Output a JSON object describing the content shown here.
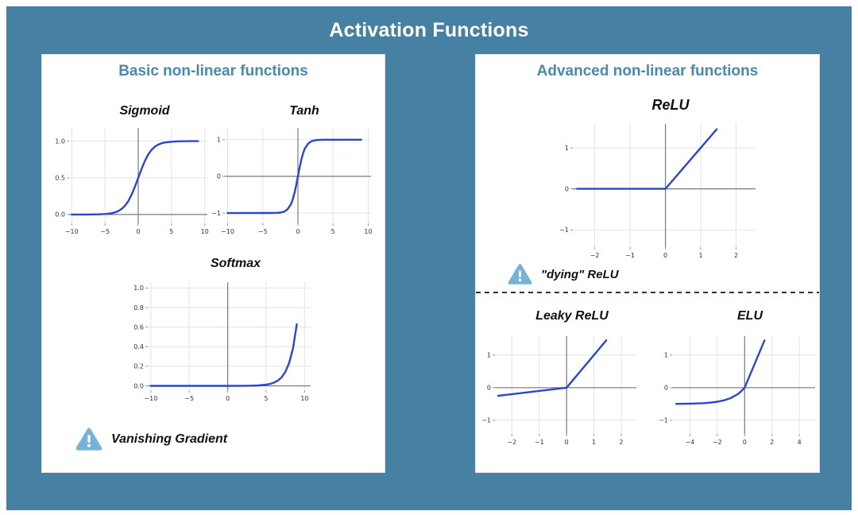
{
  "title": "Activation Functions",
  "colors": {
    "background": "#4681a3",
    "heading": "#4a89ae",
    "curve": "#2846d2",
    "warning_icon": "#74b2da",
    "axis": "#7a7a7a",
    "grid": "#e3e3e3",
    "tick_text": "#333333"
  },
  "panels": {
    "basic": {
      "heading": "Basic non-linear functions",
      "warning": "Vanishing Gradient"
    },
    "advanced": {
      "heading": "Advanced non-linear functions",
      "warning": "\"dying\" ReLU"
    }
  },
  "chart_data": [
    {
      "type": "line",
      "title": "Sigmoid",
      "xlim": [
        -10.4,
        10.4
      ],
      "ylim": [
        -0.12,
        1.18
      ],
      "grid": true,
      "x_ticks": [
        {
          "v": -10,
          "label": "−10"
        },
        {
          "v": -5,
          "label": "−5"
        },
        {
          "v": 0,
          "label": "0"
        },
        {
          "v": 5,
          "label": "5"
        },
        {
          "v": 10,
          "label": "10"
        }
      ],
      "y_ticks": [
        {
          "v": 0,
          "label": "0.0"
        },
        {
          "v": 0.5,
          "label": "0.5"
        },
        {
          "v": 1,
          "label": "1.0"
        }
      ],
      "points": [
        [
          -10,
          0.0
        ],
        [
          -8,
          0.0003
        ],
        [
          -6,
          0.0025
        ],
        [
          -5,
          0.0067
        ],
        [
          -4,
          0.018
        ],
        [
          -3.5,
          0.029
        ],
        [
          -3,
          0.047
        ],
        [
          -2.5,
          0.076
        ],
        [
          -2,
          0.119
        ],
        [
          -1.5,
          0.182
        ],
        [
          -1,
          0.269
        ],
        [
          -0.5,
          0.378
        ],
        [
          0,
          0.5
        ],
        [
          0.5,
          0.622
        ],
        [
          1,
          0.731
        ],
        [
          1.5,
          0.818
        ],
        [
          2,
          0.881
        ],
        [
          2.5,
          0.924
        ],
        [
          3,
          0.953
        ],
        [
          3.5,
          0.971
        ],
        [
          4,
          0.982
        ],
        [
          5,
          0.993
        ],
        [
          6,
          0.998
        ],
        [
          7,
          0.999
        ],
        [
          8,
          1.0
        ],
        [
          9,
          1.0
        ]
      ]
    },
    {
      "type": "line",
      "title": "Tanh",
      "xlim": [
        -10.4,
        10.4
      ],
      "ylim": [
        -1.28,
        1.32
      ],
      "grid": true,
      "x_ticks": [
        {
          "v": -10,
          "label": "−10"
        },
        {
          "v": -5,
          "label": "−5"
        },
        {
          "v": 0,
          "label": "0"
        },
        {
          "v": 5,
          "label": "5"
        },
        {
          "v": 10,
          "label": "10"
        }
      ],
      "y_ticks": [
        {
          "v": -1,
          "label": "−1"
        },
        {
          "v": 0,
          "label": "0"
        },
        {
          "v": 1,
          "label": "1"
        }
      ],
      "points": [
        [
          -10,
          -1
        ],
        [
          -4,
          -0.999
        ],
        [
          -3,
          -0.995
        ],
        [
          -2.5,
          -0.987
        ],
        [
          -2,
          -0.964
        ],
        [
          -1.5,
          -0.905
        ],
        [
          -1,
          -0.762
        ],
        [
          -0.75,
          -0.635
        ],
        [
          -0.5,
          -0.462
        ],
        [
          -0.25,
          -0.245
        ],
        [
          0,
          0
        ],
        [
          0.25,
          0.245
        ],
        [
          0.5,
          0.462
        ],
        [
          0.75,
          0.635
        ],
        [
          1,
          0.762
        ],
        [
          1.5,
          0.905
        ],
        [
          2,
          0.964
        ],
        [
          2.5,
          0.987
        ],
        [
          3,
          0.995
        ],
        [
          4,
          0.999
        ],
        [
          9,
          1
        ]
      ]
    },
    {
      "type": "line",
      "title": "Softmax",
      "xlim": [
        -10.4,
        10.8
      ],
      "ylim": [
        -0.045,
        1.06
      ],
      "grid": true,
      "x_ticks": [
        {
          "v": -10,
          "label": "−10"
        },
        {
          "v": -5,
          "label": "−5"
        },
        {
          "v": 0,
          "label": "0"
        },
        {
          "v": 5,
          "label": "5"
        },
        {
          "v": 10,
          "label": "10"
        }
      ],
      "y_ticks": [
        {
          "v": 0,
          "label": "0.0"
        },
        {
          "v": 0.2,
          "label": "0.2"
        },
        {
          "v": 0.4,
          "label": "0.4"
        },
        {
          "v": 0.6,
          "label": "0.6"
        },
        {
          "v": 0.8,
          "label": "0.8"
        },
        {
          "v": 1,
          "label": "1.0"
        }
      ],
      "points": [
        [
          -10,
          0
        ],
        [
          -5,
          0
        ],
        [
          0,
          0
        ],
        [
          2,
          0.0005
        ],
        [
          3,
          0.001
        ],
        [
          4,
          0.004
        ],
        [
          5,
          0.012
        ],
        [
          5.5,
          0.019
        ],
        [
          6,
          0.031
        ],
        [
          6.5,
          0.052
        ],
        [
          7,
          0.085
        ],
        [
          7.5,
          0.141
        ],
        [
          8,
          0.232
        ],
        [
          8.5,
          0.382
        ],
        [
          9,
          0.63
        ]
      ]
    },
    {
      "type": "line",
      "title": "ReLU",
      "xlim": [
        -2.62,
        2.55
      ],
      "ylim": [
        -1.42,
        1.58
      ],
      "grid": true,
      "x_ticks": [
        {
          "v": -2,
          "label": "−2"
        },
        {
          "v": -1,
          "label": "−1"
        },
        {
          "v": 0,
          "label": "0"
        },
        {
          "v": 1,
          "label": "1"
        },
        {
          "v": 2,
          "label": "2"
        }
      ],
      "y_ticks": [
        {
          "v": -1,
          "label": "−1"
        },
        {
          "v": 0,
          "label": "0"
        },
        {
          "v": 1,
          "label": "1"
        }
      ],
      "points": [
        [
          -2.5,
          0
        ],
        [
          0,
          0
        ],
        [
          1.45,
          1.45
        ]
      ]
    },
    {
      "type": "line",
      "title": "Leaky ReLU",
      "xlim": [
        -2.62,
        2.55
      ],
      "ylim": [
        -1.42,
        1.58
      ],
      "grid": true,
      "x_ticks": [
        {
          "v": -2,
          "label": "−2"
        },
        {
          "v": -1,
          "label": "−1"
        },
        {
          "v": 0,
          "label": "0"
        },
        {
          "v": 1,
          "label": "1"
        },
        {
          "v": 2,
          "label": "2"
        }
      ],
      "y_ticks": [
        {
          "v": -1,
          "label": "−1"
        },
        {
          "v": 0,
          "label": "0"
        },
        {
          "v": 1,
          "label": "1"
        }
      ],
      "points": [
        [
          -2.5,
          -0.25
        ],
        [
          0,
          0
        ],
        [
          1.45,
          1.45
        ]
      ]
    },
    {
      "type": "line",
      "title": "ELU",
      "xlim": [
        -5.3,
        5.15
      ],
      "ylim": [
        -1.42,
        1.58
      ],
      "grid": true,
      "x_ticks": [
        {
          "v": -4,
          "label": "−4"
        },
        {
          "v": -2,
          "label": "−2"
        },
        {
          "v": 0,
          "label": "0"
        },
        {
          "v": 2,
          "label": "2"
        },
        {
          "v": 4,
          "label": "4"
        }
      ],
      "y_ticks": [
        {
          "v": -1,
          "label": "−1"
        },
        {
          "v": 0,
          "label": "0"
        },
        {
          "v": 1,
          "label": "1"
        }
      ],
      "points": [
        [
          -5,
          -0.497
        ],
        [
          -4,
          -0.491
        ],
        [
          -3,
          -0.475
        ],
        [
          -2.5,
          -0.459
        ],
        [
          -2,
          -0.432
        ],
        [
          -1.5,
          -0.388
        ],
        [
          -1,
          -0.316
        ],
        [
          -0.5,
          -0.197
        ],
        [
          -0.25,
          -0.111
        ],
        [
          0,
          0
        ],
        [
          1.45,
          1.45
        ]
      ]
    }
  ]
}
